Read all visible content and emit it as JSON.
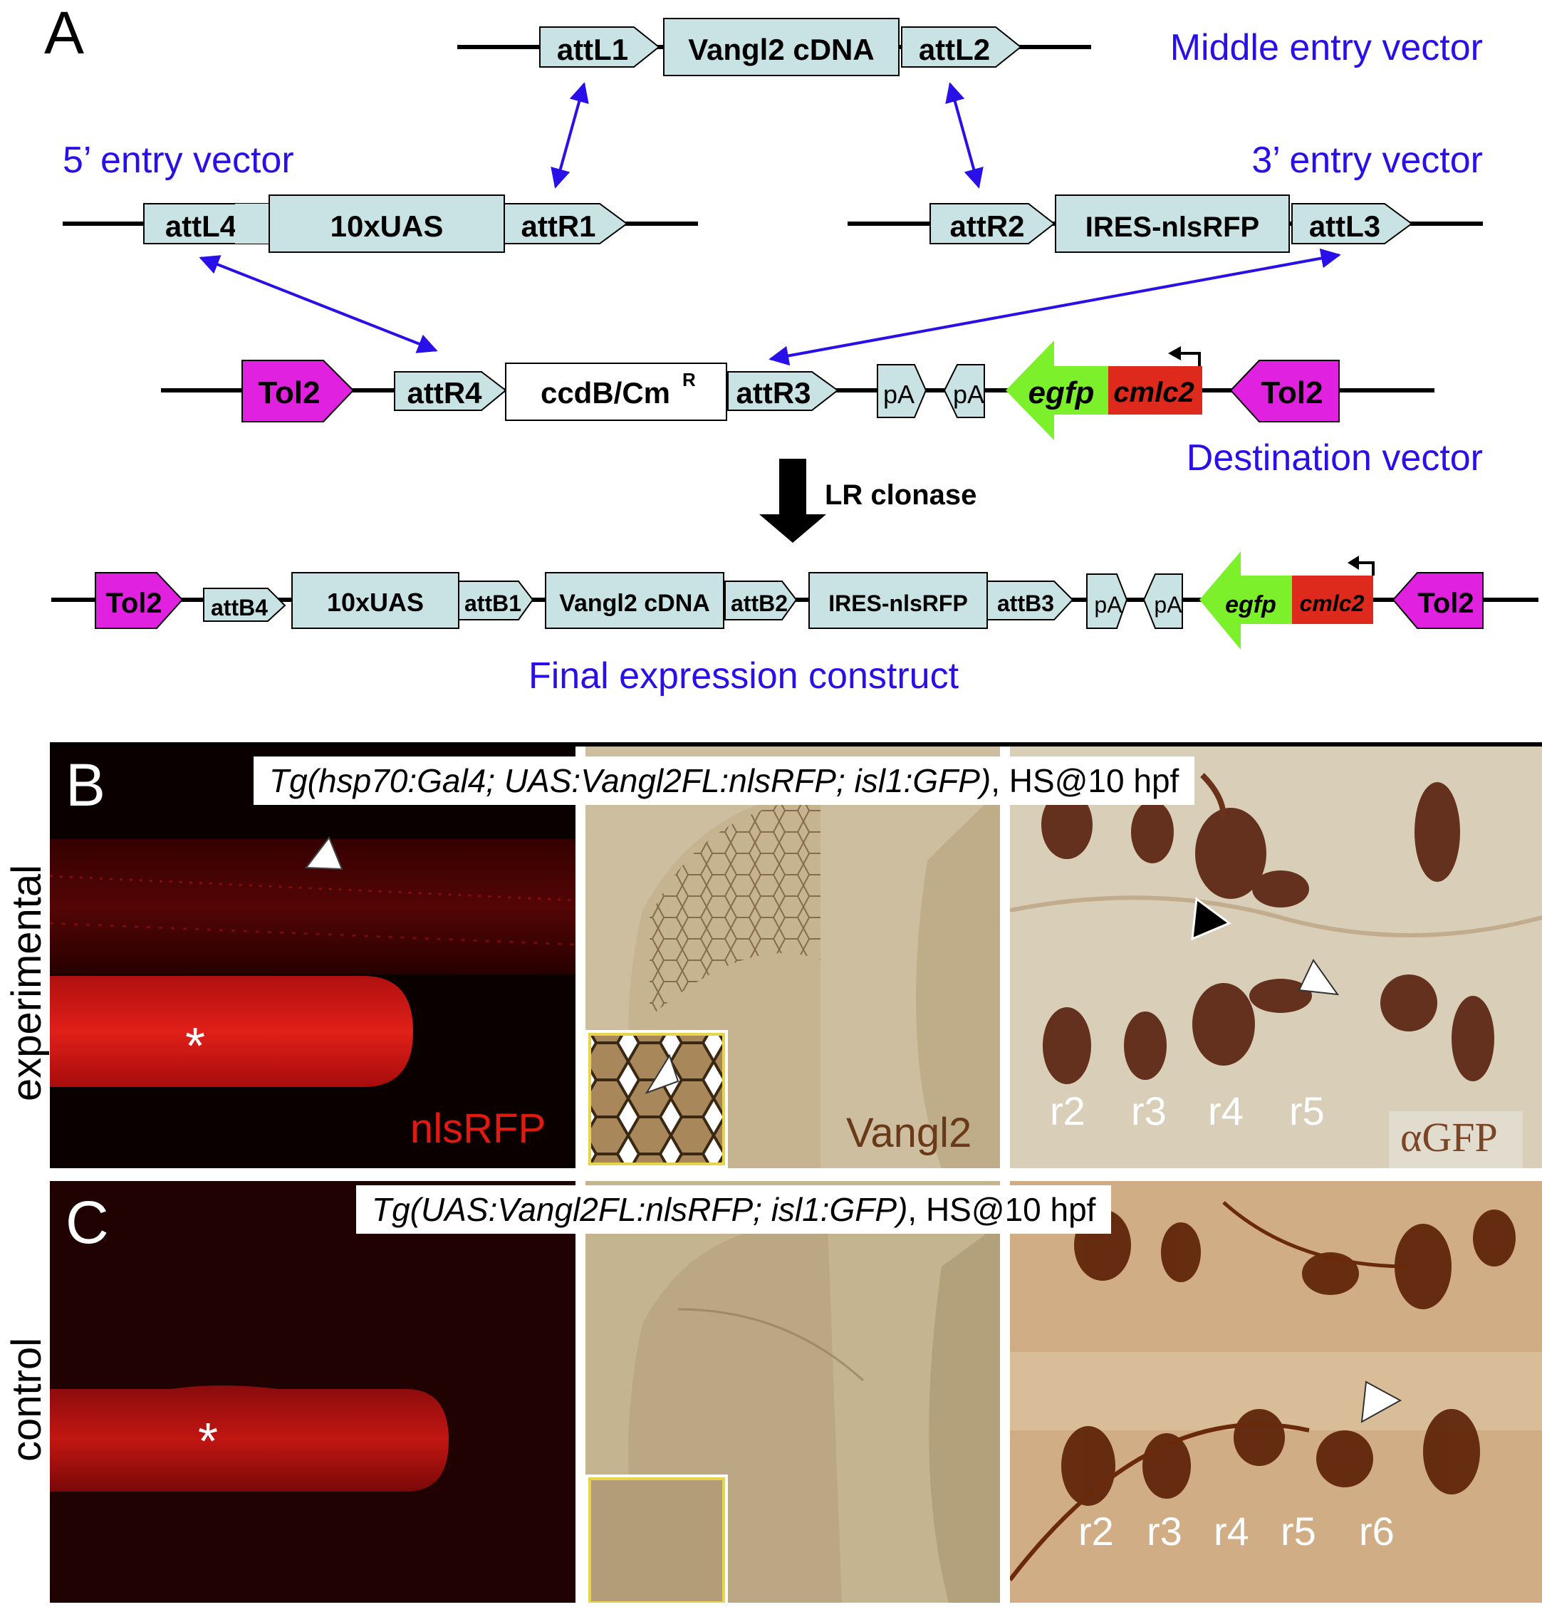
{
  "panel_a": {
    "label": "A",
    "middle_entry": {
      "title": "Middle entry vector",
      "parts": [
        "attL1",
        "Vangl2 cDNA",
        "attL2"
      ]
    },
    "five_prime_entry": {
      "title": "5’ entry vector",
      "parts": [
        "attL4",
        "10xUAS",
        "attR1"
      ]
    },
    "three_prime_entry": {
      "title": "3’ entry vector",
      "parts": [
        "attR2",
        "IRES-nlsRFP",
        "attL3"
      ]
    },
    "destination": {
      "title": "Destination vector",
      "parts": [
        "Tol2",
        "attR4",
        "ccdB/Cm",
        "attR3",
        "pA",
        "pA",
        "egfp",
        "cmlc2",
        "Tol2"
      ],
      "cm_superscript": "R"
    },
    "reaction_label": "LR clonase",
    "final": {
      "title": "Final expression construct",
      "parts": [
        "Tol2",
        "attB4",
        "10xUAS",
        "attB1",
        "Vangl2 cDNA",
        "attB2",
        "IRES-nlsRFP",
        "attB3",
        "pA",
        "pA",
        "egfp",
        "cmlc2",
        "Tol2"
      ]
    },
    "colors": {
      "att_box": "#c9e2e3",
      "tol2": "#e022e0",
      "egfp": "#7cf02a",
      "cmlc2": "#dd2a1c",
      "arrow_blue": "#2a10e8",
      "title_blue": "#2a10e8"
    }
  },
  "panel_b": {
    "label": "B",
    "row_label": "experimental",
    "caption_italic": "Tg(hsp70:Gal4; UAS:Vangl2FL:nlsRFP; isl1:GFP)",
    "caption_plain": ", HS@10 hpf",
    "image_labels": {
      "fluor": "nlsRFP",
      "vangl": "Vangl2",
      "agfp": "αGFP"
    },
    "rhombomeres": [
      "r2",
      "r3",
      "r4",
      "r5"
    ],
    "asterisk": "*"
  },
  "panel_c": {
    "label": "C",
    "row_label": "control",
    "caption_italic": "Tg(UAS:Vangl2FL:nlsRFP; isl1:GFP)",
    "caption_plain": ", HS@10 hpf",
    "rhombomeres": [
      "r2",
      "r3",
      "r4",
      "r5",
      "r6"
    ],
    "asterisk": "*"
  }
}
